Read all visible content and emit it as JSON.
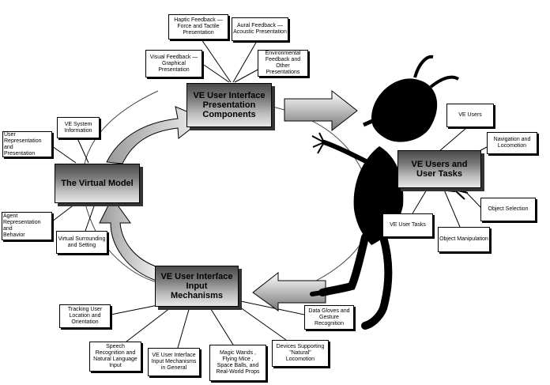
{
  "main_boxes": {
    "presentation": "VE User Interface\nPresentation\nComponents",
    "virtual_model": "The Virtual Model",
    "users": "VE Users and\nUser Tasks",
    "input": "VE User Interface\nInput\nMechanisms"
  },
  "labels": {
    "haptic": "Haptic Feedback —\nForce and Tactile\nPresentation",
    "aural": "Aural Feedback —\nAcoustic Presentation",
    "visual": "Visual Feedback —\nGraphical\nPresentation",
    "environmental": "Environmental\nFeedback and\nOther Presentations",
    "ve_system_info": "VE System\nInformation",
    "user_representation": "User\nRepresentation and\nPresentation",
    "agent": "Agent\nRepresentation and\nBehavior",
    "virtual_surrounding": "Virtual Surrounding\nand Setting",
    "ve_users": "VE Users",
    "navigation": "Navigation and\nLocomotion",
    "object_selection": "Object Selection",
    "ve_user_tasks": "VE User Tasks",
    "object_manipulation": "Object Manipulation",
    "tracking": "Tracking User\nLocation and\nOrientation",
    "speech": "Speech\nRecognition and\nNatural Language\nInput",
    "input_general": "VE User Interface\nInput Mechanisms\nin General",
    "magic_wands": "Magic Wands ,\nFlying Mice ,\nSpace Balls, and\nReal-World Props",
    "devices": "Devices Supporting\n\"Natural\"\nLocomotion",
    "data_gloves": "Data Gloves and\nGesture\nRecognition"
  }
}
